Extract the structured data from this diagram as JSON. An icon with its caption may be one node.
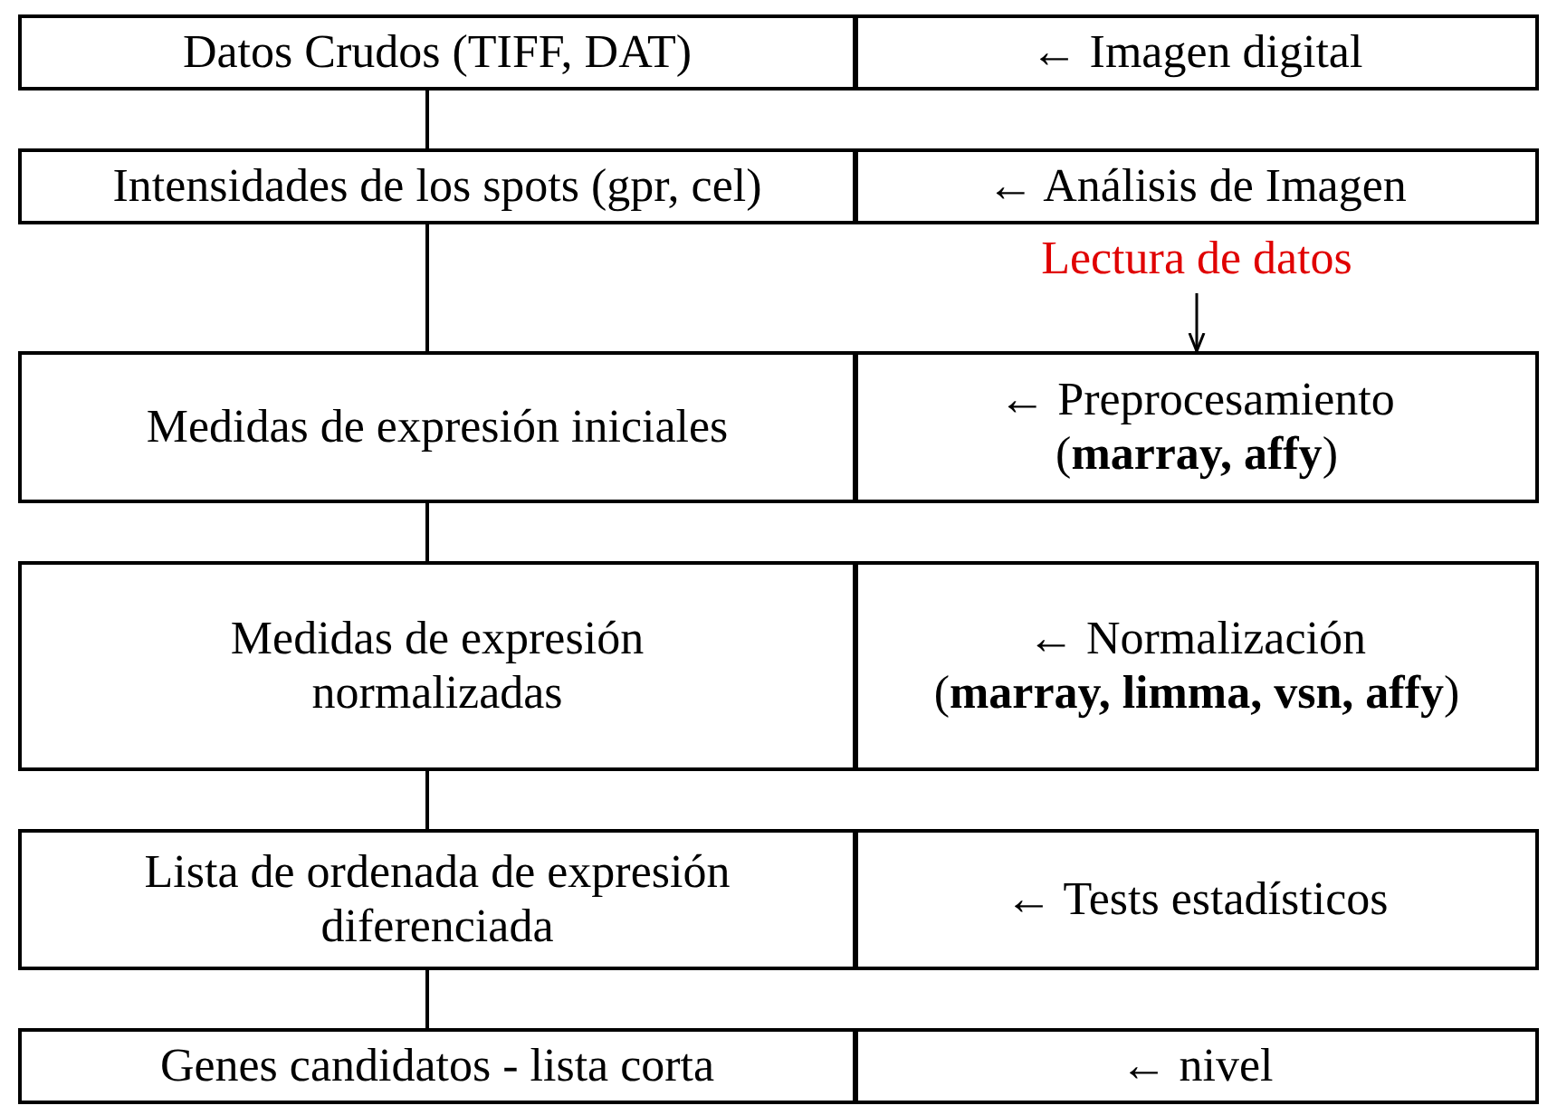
{
  "diagram": {
    "nodes": [
      {
        "text": [
          "Datos Crudos  (TIFF, DAT)"
        ]
      },
      {
        "text": [
          "← Imagen digital"
        ]
      },
      {
        "text": [
          "Intensidades de los spots (gpr, cel)"
        ]
      },
      {
        "text": [
          "← Análisis de Imagen"
        ]
      },
      {
        "text": [
          "Lectura de datos"
        ]
      },
      {
        "text": [
          "Medidas de expresión iniciales"
        ]
      },
      {
        "text": [
          "← Preprocesamiento",
          "(**marray, affy**)"
        ]
      },
      {
        "text": [
          "Medidas de expresión normalizadas"
        ]
      },
      {
        "text": [
          "← Normalización",
          "(**marray, limma, vsn, affy**)"
        ]
      },
      {
        "text": [
          "Lista de ordenada de expresión diferenciada"
        ]
      },
      {
        "text": [
          "← Tests estadísticos"
        ]
      },
      {
        "text": [
          "Genes candidatos - lista corta"
        ]
      },
      {
        "text": [
          "← nivel"
        ]
      }
    ],
    "edges": [
      {
        "from": 0,
        "to": 2,
        "arrow": "none"
      },
      {
        "from": 2,
        "to": 5,
        "arrow": "none"
      },
      {
        "from": 5,
        "to": 7,
        "arrow": "none"
      },
      {
        "from": 7,
        "to": 9,
        "arrow": "none"
      },
      {
        "from": 9,
        "to": 11,
        "arrow": "none"
      },
      {
        "from": 4,
        "to": 6,
        "arrow": "to"
      }
    ]
  }
}
